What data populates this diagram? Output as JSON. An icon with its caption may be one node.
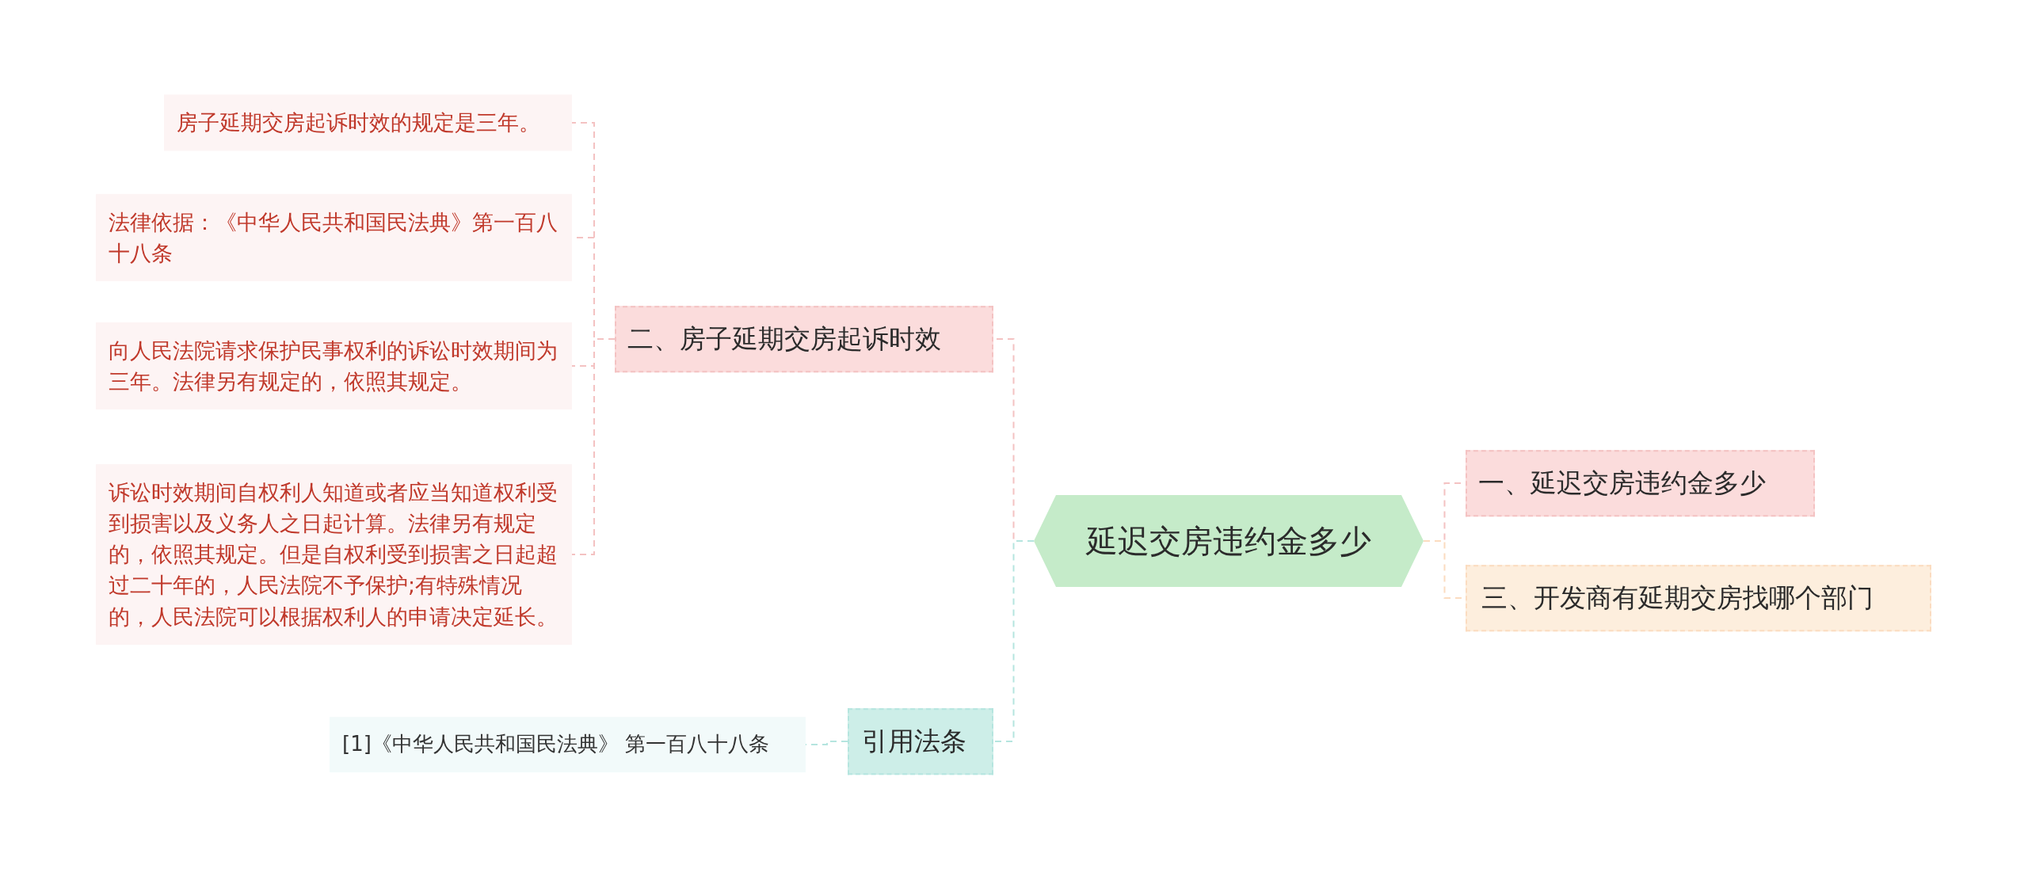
{
  "diagram": {
    "nodes": [
      {
        "text": [
          "延迟交房违约金多少"
        ]
      },
      {
        "text": [
          "二、房子延期交房起诉时效"
        ]
      },
      {
        "text": [
          "房子延期交房起诉时效的规定是三年。"
        ]
      },
      {
        "text": [
          "法律依据：《中华人民共和国民法典》第一百八十八条"
        ]
      },
      {
        "text": [
          "向人民法院请求保护民事权利的诉讼时效期间为三年。法律另有规定的，依照其规定。"
        ]
      },
      {
        "text": [
          "诉讼时效期间自权利人知道或者应当知道权利受到损害以及义务人之日起计算。法律另有规定的，依照其规定。但是自权利受到损害之日起超过二十年的，人民法院不予保护;有特殊情况的，人民法院可以根据权利人的申请决定延长。"
        ]
      },
      {
        "text": [
          "引用法条"
        ]
      },
      {
        "text": [
          "[1]《中华人民共和国民法典》 第一百八十八条"
        ]
      },
      {
        "text": [
          "一、延迟交房违约金多少"
        ]
      },
      {
        "text": [
          "三、开发商有延期交房找哪个部门"
        ]
      }
    ],
    "edges": [
      {
        "from": 0,
        "to": 1,
        "arrow": "none",
        "style": "dashed"
      },
      {
        "from": 1,
        "to": 2,
        "arrow": "none",
        "style": "dashed"
      },
      {
        "from": 1,
        "to": 3,
        "arrow": "none",
        "style": "dashed"
      },
      {
        "from": 1,
        "to": 4,
        "arrow": "none",
        "style": "dashed"
      },
      {
        "from": 1,
        "to": 5,
        "arrow": "none",
        "style": "dashed"
      },
      {
        "from": 0,
        "to": 6,
        "arrow": "none",
        "style": "dashed",
        "color": "#b5e5df"
      },
      {
        "from": 6,
        "to": 7,
        "arrow": "none",
        "style": "dashed",
        "color": "#b5e5df"
      },
      {
        "from": 0,
        "to": 8,
        "arrow": "none",
        "style": "dashed"
      },
      {
        "from": 0,
        "to": 9,
        "arrow": "none",
        "style": "dashed",
        "color": "#fbdcc0"
      }
    ]
  }
}
